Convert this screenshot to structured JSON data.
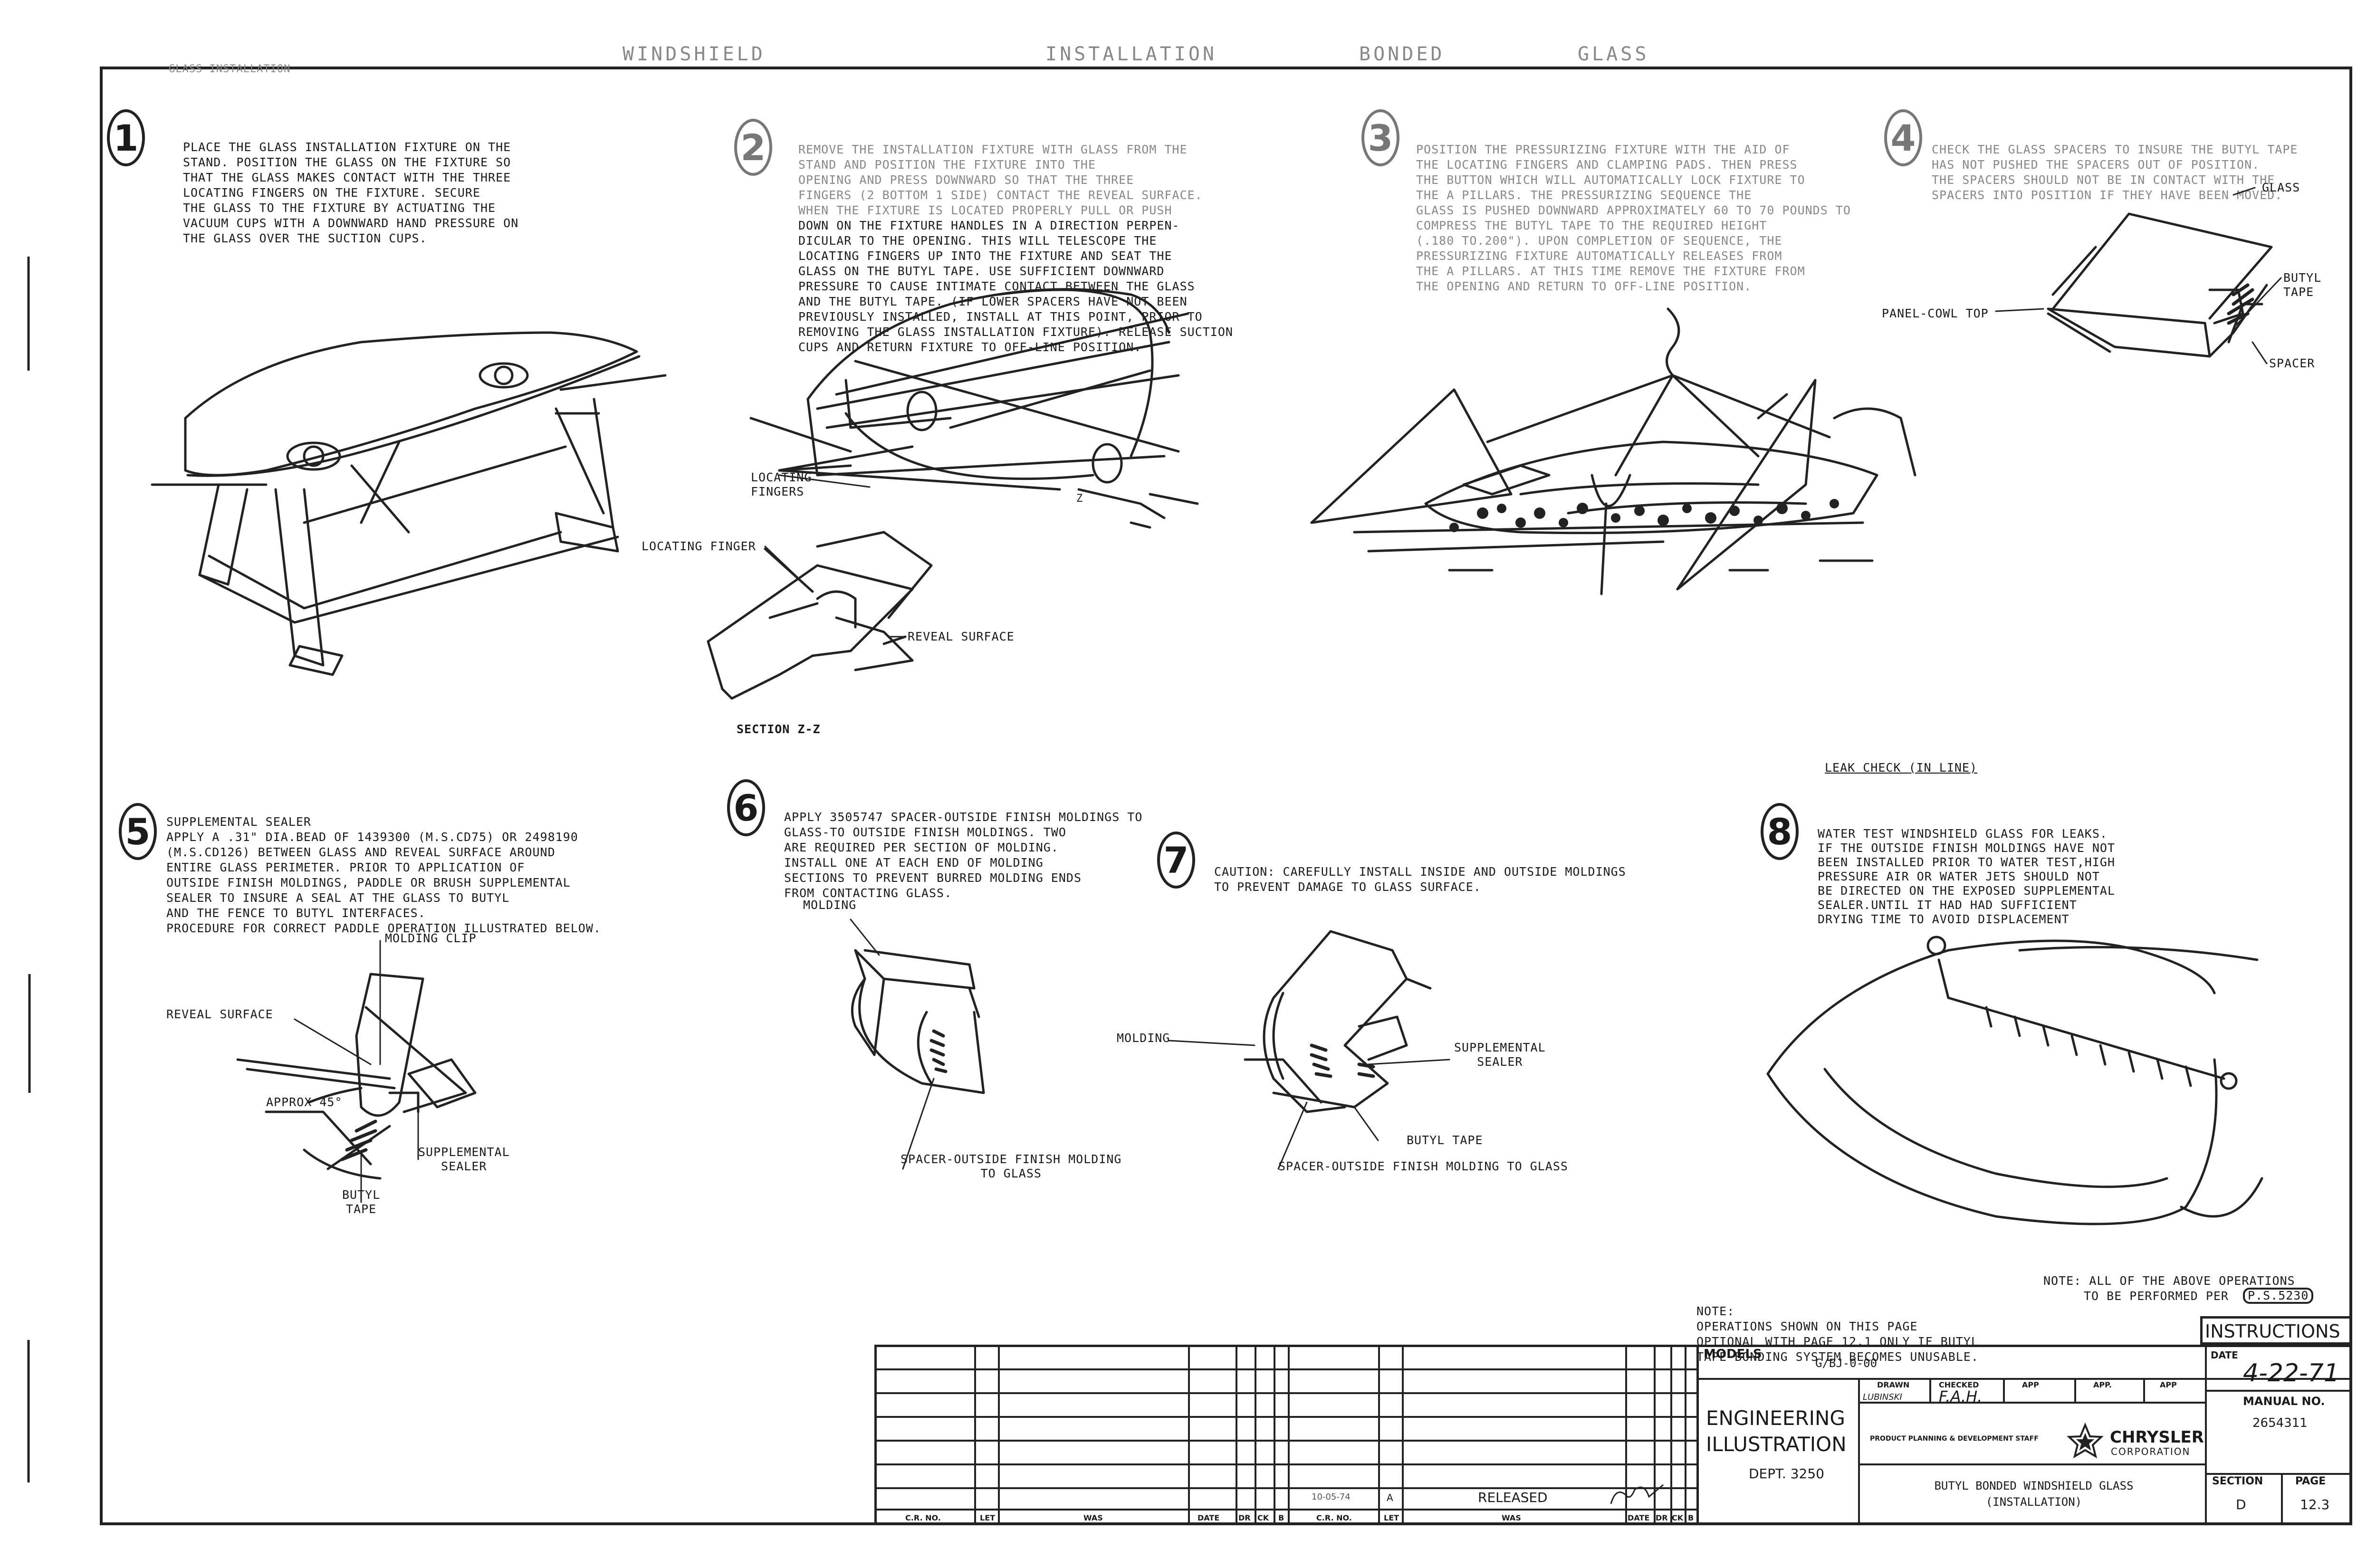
{
  "header": {
    "doc_label": "GLASS INSTALLATION",
    "faint_title_parts": [
      "WINDSHIELD",
      "INSTALLATION",
      "BONDED",
      "GLASS"
    ]
  },
  "steps": [
    {
      "number": "1",
      "lines": [
        "PLACE THE GLASS INSTALLATION FIXTURE ON THE",
        "STAND. POSITION THE GLASS ON THE FIXTURE SO",
        "THAT THE GLASS MAKES CONTACT WITH THE THREE",
        "LOCATING FINGERS ON THE FIXTURE. SECURE",
        "THE GLASS TO THE FIXTURE BY ACTUATING THE",
        "VACUUM CUPS WITH A DOWNWARD HAND PRESSURE ON",
        "THE GLASS OVER THE SUCTION CUPS."
      ]
    },
    {
      "number": "2",
      "lines": [
        "REMOVE THE INSTALLATION FIXTURE WITH GLASS FROM THE",
        "STAND AND POSITION THE FIXTURE INTO THE",
        "OPENING AND PRESS DOWNWARD SO THAT THE THREE",
        "FINGERS (2 BOTTOM 1 SIDE) CONTACT THE REVEAL SURFACE.",
        "WHEN THE FIXTURE IS LOCATED PROPERLY PULL OR PUSH",
        "DOWN ON THE FIXTURE HANDLES IN A DIRECTION PERPEN-",
        "DICULAR TO THE OPENING. THIS WILL TELESCOPE THE",
        "LOCATING FINGERS UP INTO THE FIXTURE AND SEAT THE",
        "GLASS ON THE BUTYL TAPE. USE SUFFICIENT DOWNWARD",
        "PRESSURE TO CAUSE INTIMATE CONTACT BETWEEN THE GLASS",
        "AND THE BUTYL TAPE. (IF LOWER SPACERS HAVE NOT BEEN",
        "PREVIOUSLY INSTALLED, INSTALL AT THIS POINT, PRIOR TO",
        "REMOVING THE GLASS INSTALLATION FIXTURE). RELEASE SUCTION",
        "CUPS AND RETURN FIXTURE TO OFF-LINE POSITION."
      ]
    },
    {
      "number": "3",
      "lines": [
        "POSITION THE PRESSURIZING FIXTURE WITH THE AID OF",
        "THE LOCATING FINGERS AND CLAMPING PADS. THEN PRESS",
        "THE BUTTON WHICH WILL AUTOMATICALLY LOCK FIXTURE TO",
        "THE A PILLARS. THE PRESSURIZING SEQUENCE THE",
        "GLASS IS PUSHED DOWNWARD APPROXIMATELY 60 TO 70 POUNDS TO",
        "COMPRESS THE BUTYL TAPE TO THE REQUIRED HEIGHT",
        "(.180 TO.200\"). UPON COMPLETION OF SEQUENCE, THE",
        "PRESSURIZING FIXTURE AUTOMATICALLY RELEASES FROM",
        "THE A PILLARS. AT THIS TIME REMOVE THE FIXTURE FROM",
        "THE OPENING AND RETURN TO OFF-LINE POSITION."
      ]
    },
    {
      "number": "4",
      "lines": [
        "CHECK THE GLASS SPACERS TO INSURE THE BUTYL TAPE",
        "HAS NOT PUSHED THE SPACERS OUT OF POSITION.",
        "THE SPACERS SHOULD NOT BE IN CONTACT WITH THE",
        "SPACERS INTO POSITION IF THEY HAVE BEEN MOVED."
      ]
    },
    {
      "number": "5",
      "lines": [
        "SUPPLEMENTAL SEALER",
        "APPLY A .31\" DIA.BEAD OF 1439300 (M.S.CD75) OR 2498190",
        "(M.S.CD126) BETWEEN GLASS AND REVEAL SURFACE AROUND",
        "ENTIRE GLASS PERIMETER. PRIOR TO APPLICATION OF",
        "OUTSIDE FINISH MOLDINGS, PADDLE OR BRUSH SUPPLEMENTAL",
        "SEALER TO INSURE A SEAL AT THE GLASS TO BUTYL",
        "AND THE FENCE TO BUTYL INTERFACES.",
        "PROCEDURE FOR CORRECT PADDLE OPERATION ILLUSTRATED BELOW."
      ]
    },
    {
      "number": "6",
      "lines": [
        "APPLY 3505747 SPACER-OUTSIDE FINISH MOLDINGS TO",
        "GLASS-TO OUTSIDE FINISH MOLDINGS. TWO",
        "ARE REQUIRED PER SECTION OF MOLDING.",
        "INSTALL ONE AT EACH END OF MOLDING",
        "SECTIONS TO PREVENT BURRED MOLDING ENDS",
        "FROM CONTACTING GLASS."
      ]
    },
    {
      "number": "7",
      "lines": [
        "CAUTION: CAREFULLY INSTALL INSIDE AND OUTSIDE MOLDINGS",
        "TO PREVENT DAMAGE TO GLASS SURFACE."
      ]
    },
    {
      "number": "8",
      "heading": "LEAK CHECK (IN LINE)",
      "lines": [
        "WATER TEST WINDSHIELD GLASS FOR LEAKS.",
        "IF THE OUTSIDE FINISH MOLDINGS HAVE NOT",
        "BEEN INSTALLED PRIOR TO WATER TEST,HIGH",
        "PRESSURE AIR OR WATER JETS SHOULD NOT",
        "BE DIRECTED ON THE EXPOSED SUPPLEMENTAL",
        "SEALER.UNTIL IT HAD HAD SUFFICIENT",
        "DRYING TIME TO AVOID DISPLACEMENT"
      ]
    }
  ],
  "callouts": {
    "locating_fingers": "LOCATING\nFINGERS",
    "z": "Z",
    "locating_finger": "LOCATING FINGER",
    "reveal_surface_zz": "REVEAL SURFACE",
    "section_zz": "SECTION Z-Z",
    "glass": "GLASS",
    "butyl_tape_4": "BUTYL\nTAPE",
    "panel_cowl_top": "PANEL-COWL TOP",
    "spacer": "SPACER",
    "molding_clip": "MOLDING CLIP",
    "reveal_surface_5": "REVEAL SURFACE",
    "approx": "APPROX 45°",
    "supplemental_sealer_5": "SUPPLEMENTAL\nSEALER",
    "butyl_tape_5": "BUTYL\nTAPE",
    "molding_6": "MOLDING",
    "spacer_6": "SPACER-OUTSIDE FINISH MOLDING\nTO GLASS",
    "molding_7": "MOLDING",
    "supplemental_sealer_7": "SUPPLEMENTAL\nSEALER",
    "butyl_tape_7": "BUTYL TAPE",
    "spacer_7": "SPACER-OUTSIDE FINISH MOLDING TO GLASS"
  },
  "notes": {
    "left": [
      "NOTE:",
      "OPERATIONS SHOWN ON THIS PAGE",
      "OPTIONAL WITH PAGE 12.1 ONLY IF BUTYL",
      "TAPE BONDING SYSTEM BECOMES UNUSABLE."
    ],
    "right_1": "NOTE: ALL OF THE ABOVE OPERATIONS",
    "right_2": "TO BE PERFORMED PER",
    "right_ref": "P.S.5230"
  },
  "title_block": {
    "instructions": "INSTRUCTIONS",
    "models_label": "MODELS",
    "models_value": "G/BJ-0-00",
    "eng_1": "ENGINEERING",
    "eng_2": "ILLUSTRATION",
    "dept": "DEPT. 3250",
    "drawn_label": "DRAWN",
    "checked_label": "CHECKED",
    "app1_label": "APP",
    "app2_label": "APP.",
    "app3_label": "APP",
    "drawn_value": "LUBINSKI",
    "checked_value": "F.A.H.",
    "staff": "PRODUCT PLANNING & DEVELOPMENT STAFF",
    "company_1": "CHRYSLER",
    "company_2": "CORPORATION",
    "title_1": "BUTYL BONDED WINDSHIELD GLASS",
    "title_2": "(INSTALLATION)",
    "date_label": "DATE",
    "date_value": "4-22-71",
    "manual_label": "MANUAL NO.",
    "manual_value": "2654311",
    "section_label": "SECTION",
    "section_value": "D",
    "page_label": "PAGE",
    "page_value": "12.3"
  },
  "revision": {
    "headers": [
      "C.R. NO.",
      "LET",
      "WAS",
      "DATE",
      "DR",
      "CK",
      "B",
      "C.R. NO.",
      "LET",
      "WAS",
      "DATE",
      "DR",
      "CK",
      "B"
    ],
    "entry_date": "10-05-74",
    "entry_let": "A",
    "entry_status": "RELEASED"
  }
}
